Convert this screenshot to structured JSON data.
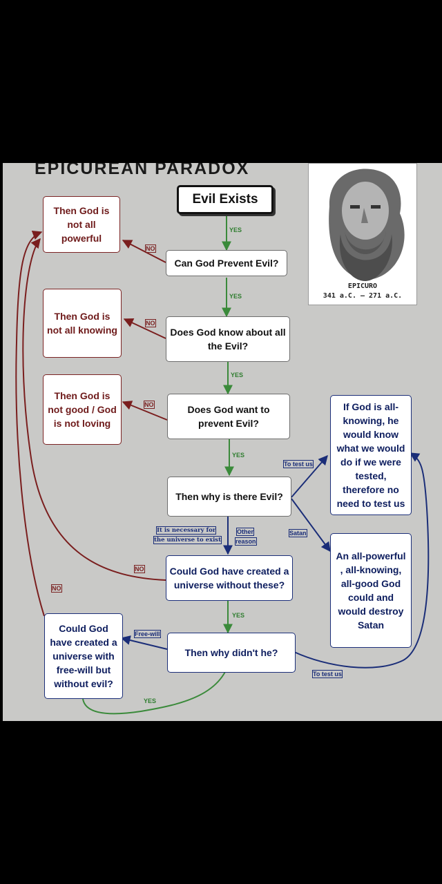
{
  "title": "EPICUREAN PARADOX",
  "portrait": {
    "name": "EPICURO",
    "dates": "341 a.C. — 271 a.C."
  },
  "nodes": {
    "evil_exists": "Evil Exists",
    "can_prevent": "Can God Prevent Evil?",
    "know_about": "Does God know about all the Evil?",
    "want_prevent": "Does God want to prevent Evil?",
    "why_evil": "Then why is there Evil?",
    "could_create": "Could God have created a universe without these?",
    "why_didnt": "Then why didn't he?",
    "not_powerful": "Then God is not all powerful",
    "not_knowing": "Then God is not all knowing",
    "not_good": "Then God is not good / God is not loving",
    "free_will_q": "Could God have created a universe with free-will but without evil?",
    "if_knowing": "If God is all-knowing, he would know what we would do if we were tested, therefore no need to test us",
    "all_powerful": "An all-powerful , all-knowing, all-good God could and would destroy Satan"
  },
  "labels": {
    "yes": "YES",
    "no": "NO",
    "to_test_us": "To test us",
    "satan": "Satan",
    "necessary_1": "It is necessary for",
    "necessary_2": "the universe to exist",
    "other_1": "Other",
    "other_2": "reason",
    "free_will": "Free-will"
  },
  "colors": {
    "yes": "#3a8a3a",
    "no": "#7a1e1e",
    "blue": "#1a2d78"
  }
}
